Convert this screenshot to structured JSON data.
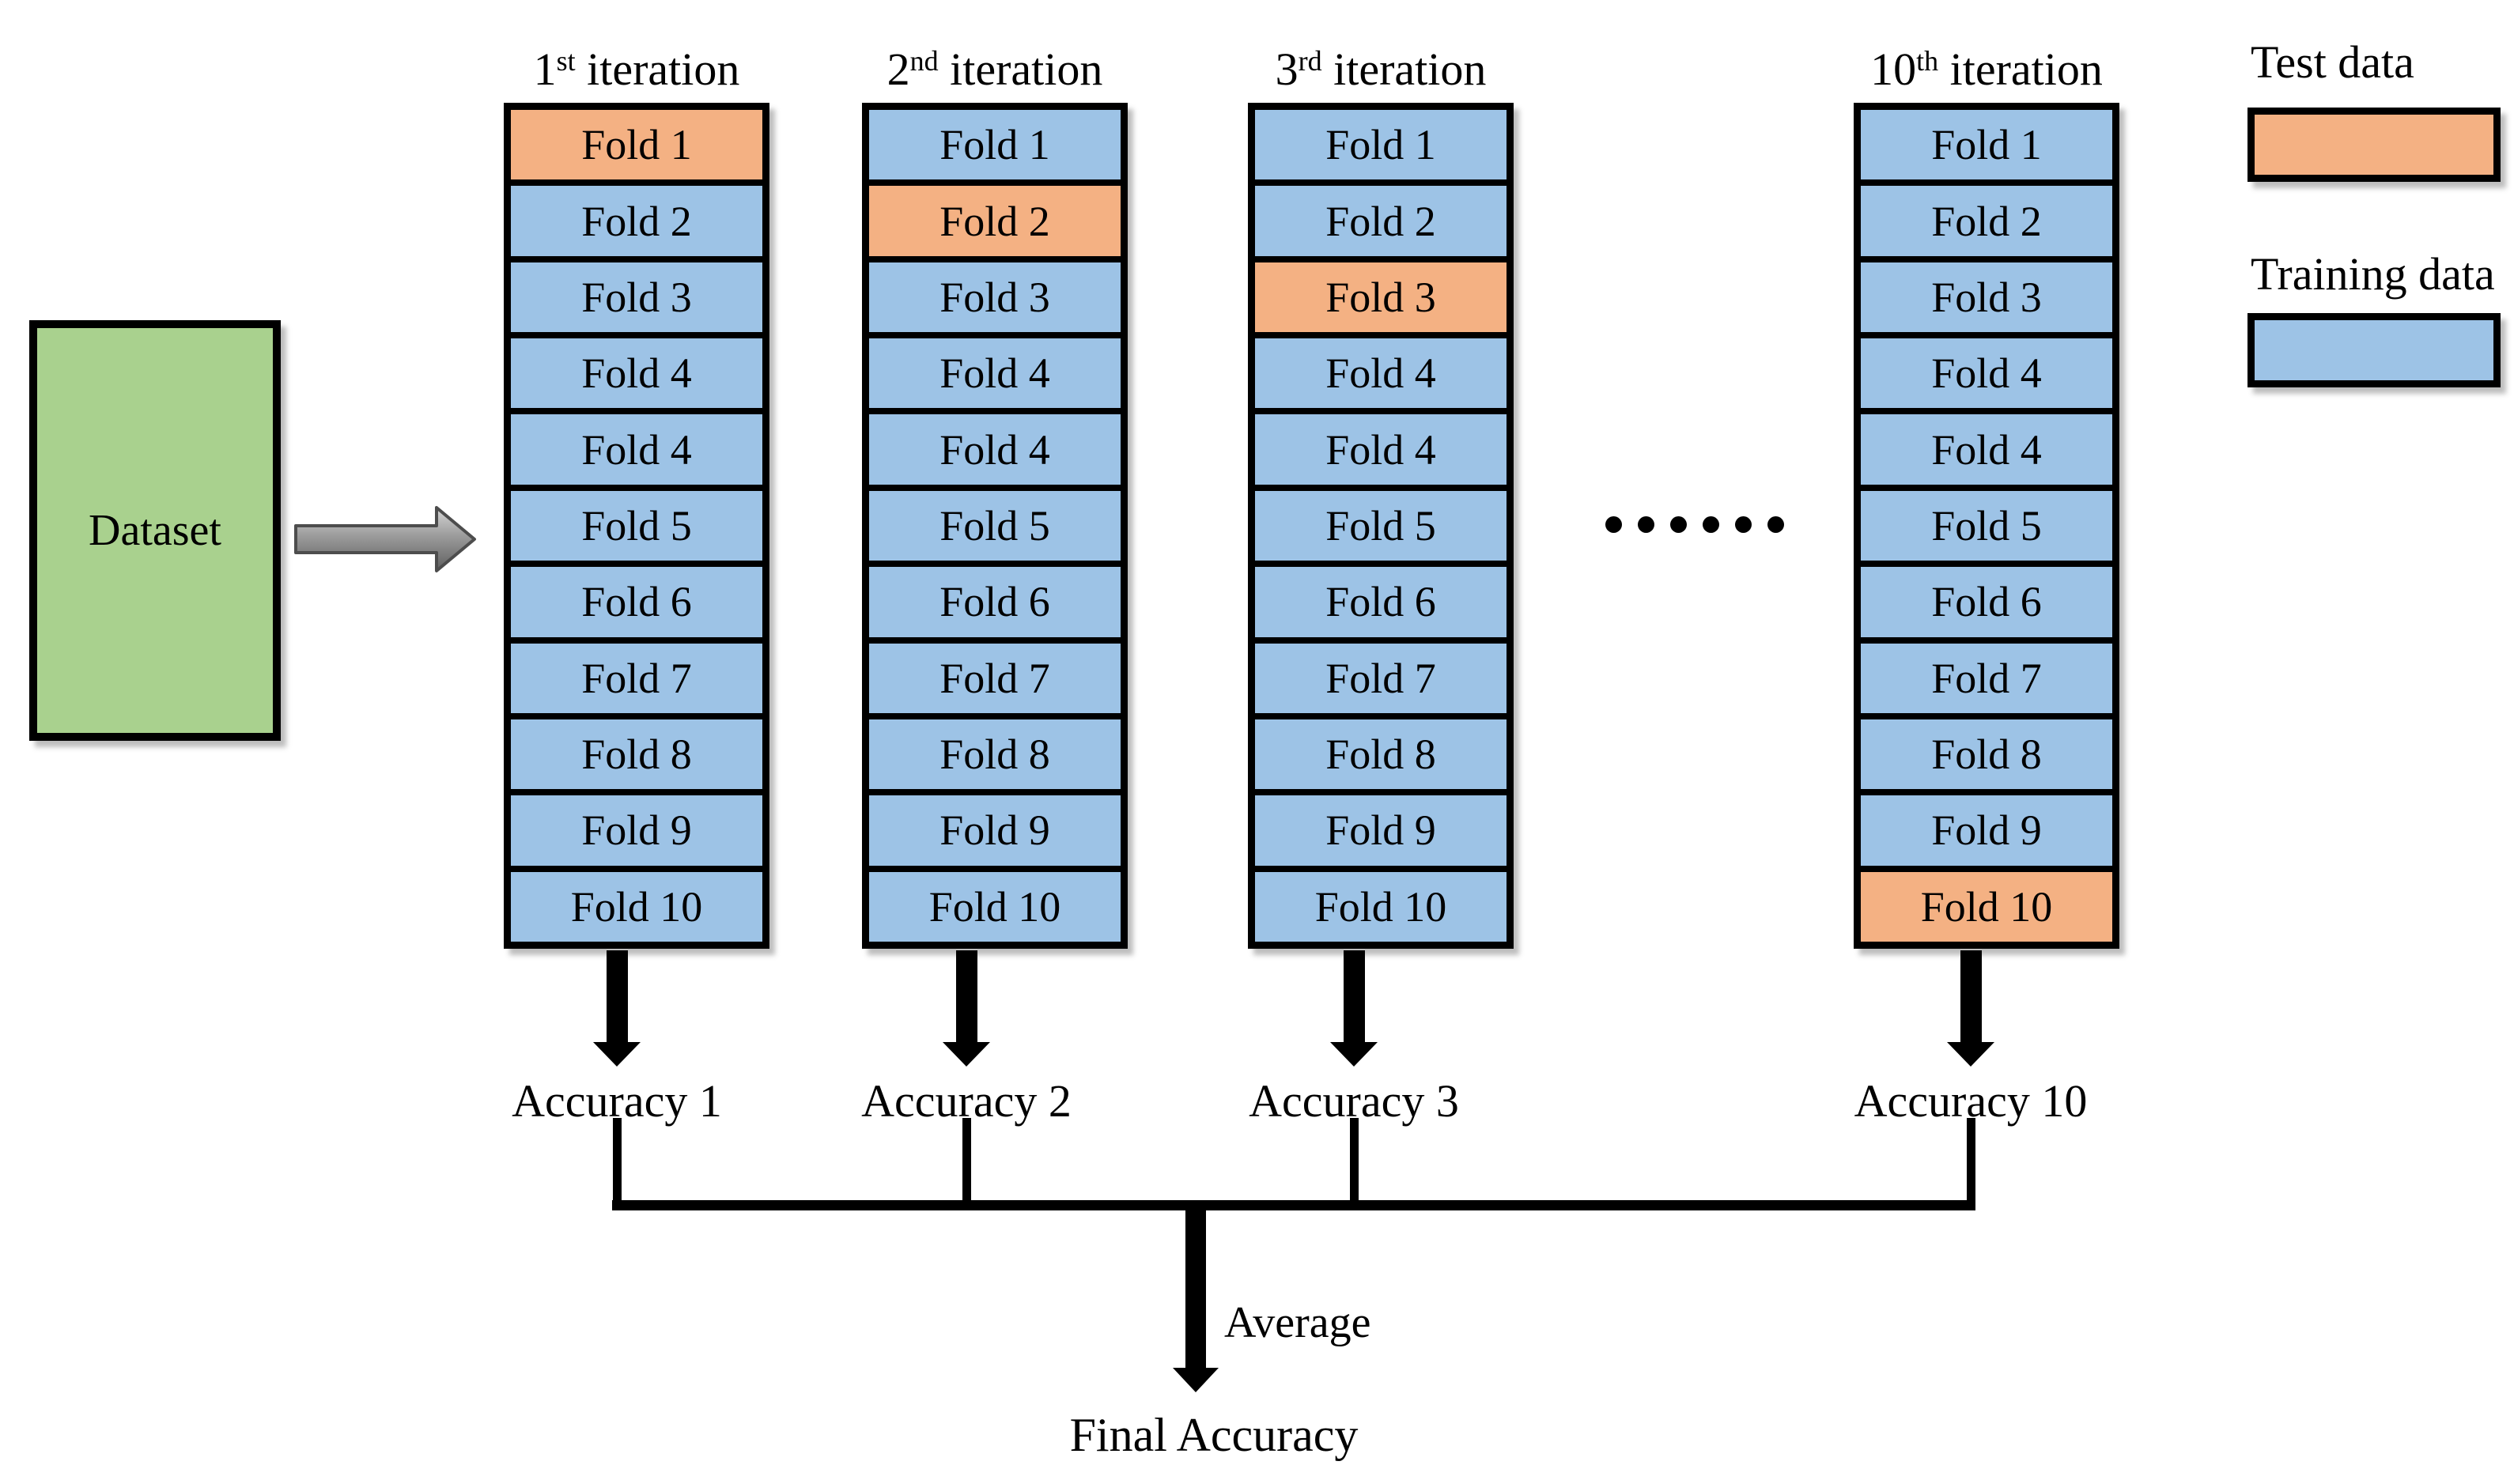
{
  "figure": {
    "dataset": {
      "label": "Dataset"
    },
    "iterations": [
      {
        "header": {
          "base": "1",
          "sup": "st",
          "rest": " iteration"
        },
        "accuracy": "Accuracy 1",
        "test_fold_index": 0,
        "folds": [
          "Fold 1",
          "Fold 2",
          "Fold 3",
          "Fold 4",
          "Fold 4",
          "Fold 5",
          "Fold 6",
          "Fold 7",
          "Fold 8",
          "Fold 9",
          "Fold 10"
        ]
      },
      {
        "header": {
          "base": "2",
          "sup": "nd",
          "rest": " iteration"
        },
        "accuracy": "Accuracy 2",
        "test_fold_index": 1,
        "folds": [
          "Fold 1",
          "Fold 2",
          "Fold 3",
          "Fold 4",
          "Fold 4",
          "Fold 5",
          "Fold 6",
          "Fold 7",
          "Fold 8",
          "Fold 9",
          "Fold 10"
        ]
      },
      {
        "header": {
          "base": "3",
          "sup": "rd",
          "rest": " iteration"
        },
        "accuracy": "Accuracy 3",
        "test_fold_index": 2,
        "folds": [
          "Fold 1",
          "Fold 2",
          "Fold 3",
          "Fold 4",
          "Fold 4",
          "Fold 5",
          "Fold 6",
          "Fold 7",
          "Fold 8",
          "Fold 9",
          "Fold 10"
        ]
      },
      {
        "header": {
          "base": "10",
          "sup": "th",
          "rest": " iteration"
        },
        "accuracy": "Accuracy 10",
        "test_fold_index": 10,
        "folds": [
          "Fold 1",
          "Fold 2",
          "Fold 3",
          "Fold 4",
          "Fold 4",
          "Fold 5",
          "Fold 6",
          "Fold 7",
          "Fold 8",
          "Fold 9",
          "Fold 10"
        ]
      }
    ],
    "ellipsis_dot_count": 6,
    "average_label": "Average",
    "final_accuracy_label": "Final Accuracy",
    "legend": {
      "test_label": "Test data",
      "training_label": "Training data"
    },
    "colors": {
      "test_fill": "#F4B183",
      "training_fill": "#9DC3E6",
      "dataset_fill": "#A9D18E",
      "outline": "#000000",
      "flow_arrow_gray": "#8C8C8C"
    }
  }
}
